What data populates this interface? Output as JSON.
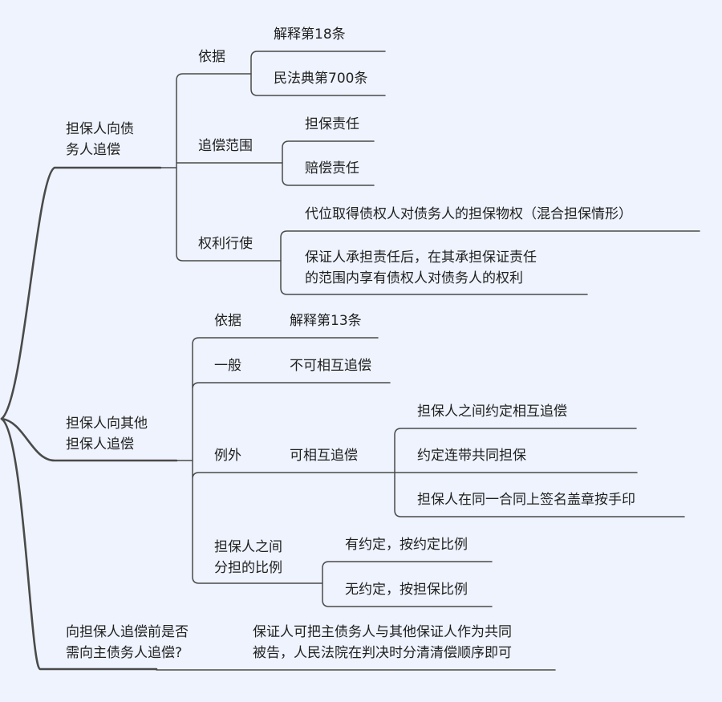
{
  "colors": {
    "background": "#eef3fd",
    "line": "#4a4a4a",
    "text": "#1f1f1f"
  },
  "mindmap": {
    "branches": [
      {
        "label_lines": [
          "担保人向债",
          "务人追偿"
        ],
        "children": [
          {
            "label": "依据",
            "children": [
              "解释第18条",
              "民法典第700条"
            ]
          },
          {
            "label": "追偿范围",
            "children": [
              "担保责任",
              "赔偿责任"
            ]
          },
          {
            "label": "权利行使",
            "children": [
              {
                "lines": [
                  "代位取得债权人对债务人的担保物权（混合担保情形）"
                ]
              },
              {
                "lines": [
                  "保证人承担责任后，在其承担保证责任",
                  "的范围内享有债权人对债务人的权利"
                ]
              }
            ]
          }
        ]
      },
      {
        "label_lines": [
          "担保人向其他",
          "担保人追偿"
        ],
        "children": [
          {
            "label": "依据",
            "children": [
              "解释第13条"
            ]
          },
          {
            "label": "一般",
            "children": [
              "不可相互追偿"
            ]
          },
          {
            "label": "例外",
            "children": [
              {
                "label": "可相互追偿",
                "children": [
                  "担保人之间约定相互追偿",
                  "约定连带共同担保",
                  "担保人在同一合同上签名盖章按手印"
                ]
              }
            ]
          },
          {
            "label_lines": [
              "担保人之间",
              "分担的比例"
            ],
            "children": [
              "有约定，按约定比例",
              "无约定，按担保比例"
            ]
          }
        ]
      },
      {
        "label_lines": [
          "向担保人追偿前是否",
          "需向主债务人追偿?"
        ],
        "children": [
          {
            "lines": [
              "保证人可把主债务人与其他保证人作为共同",
              "被告，人民法院在判决时分清清偿顺序即可"
            ]
          }
        ]
      }
    ]
  }
}
